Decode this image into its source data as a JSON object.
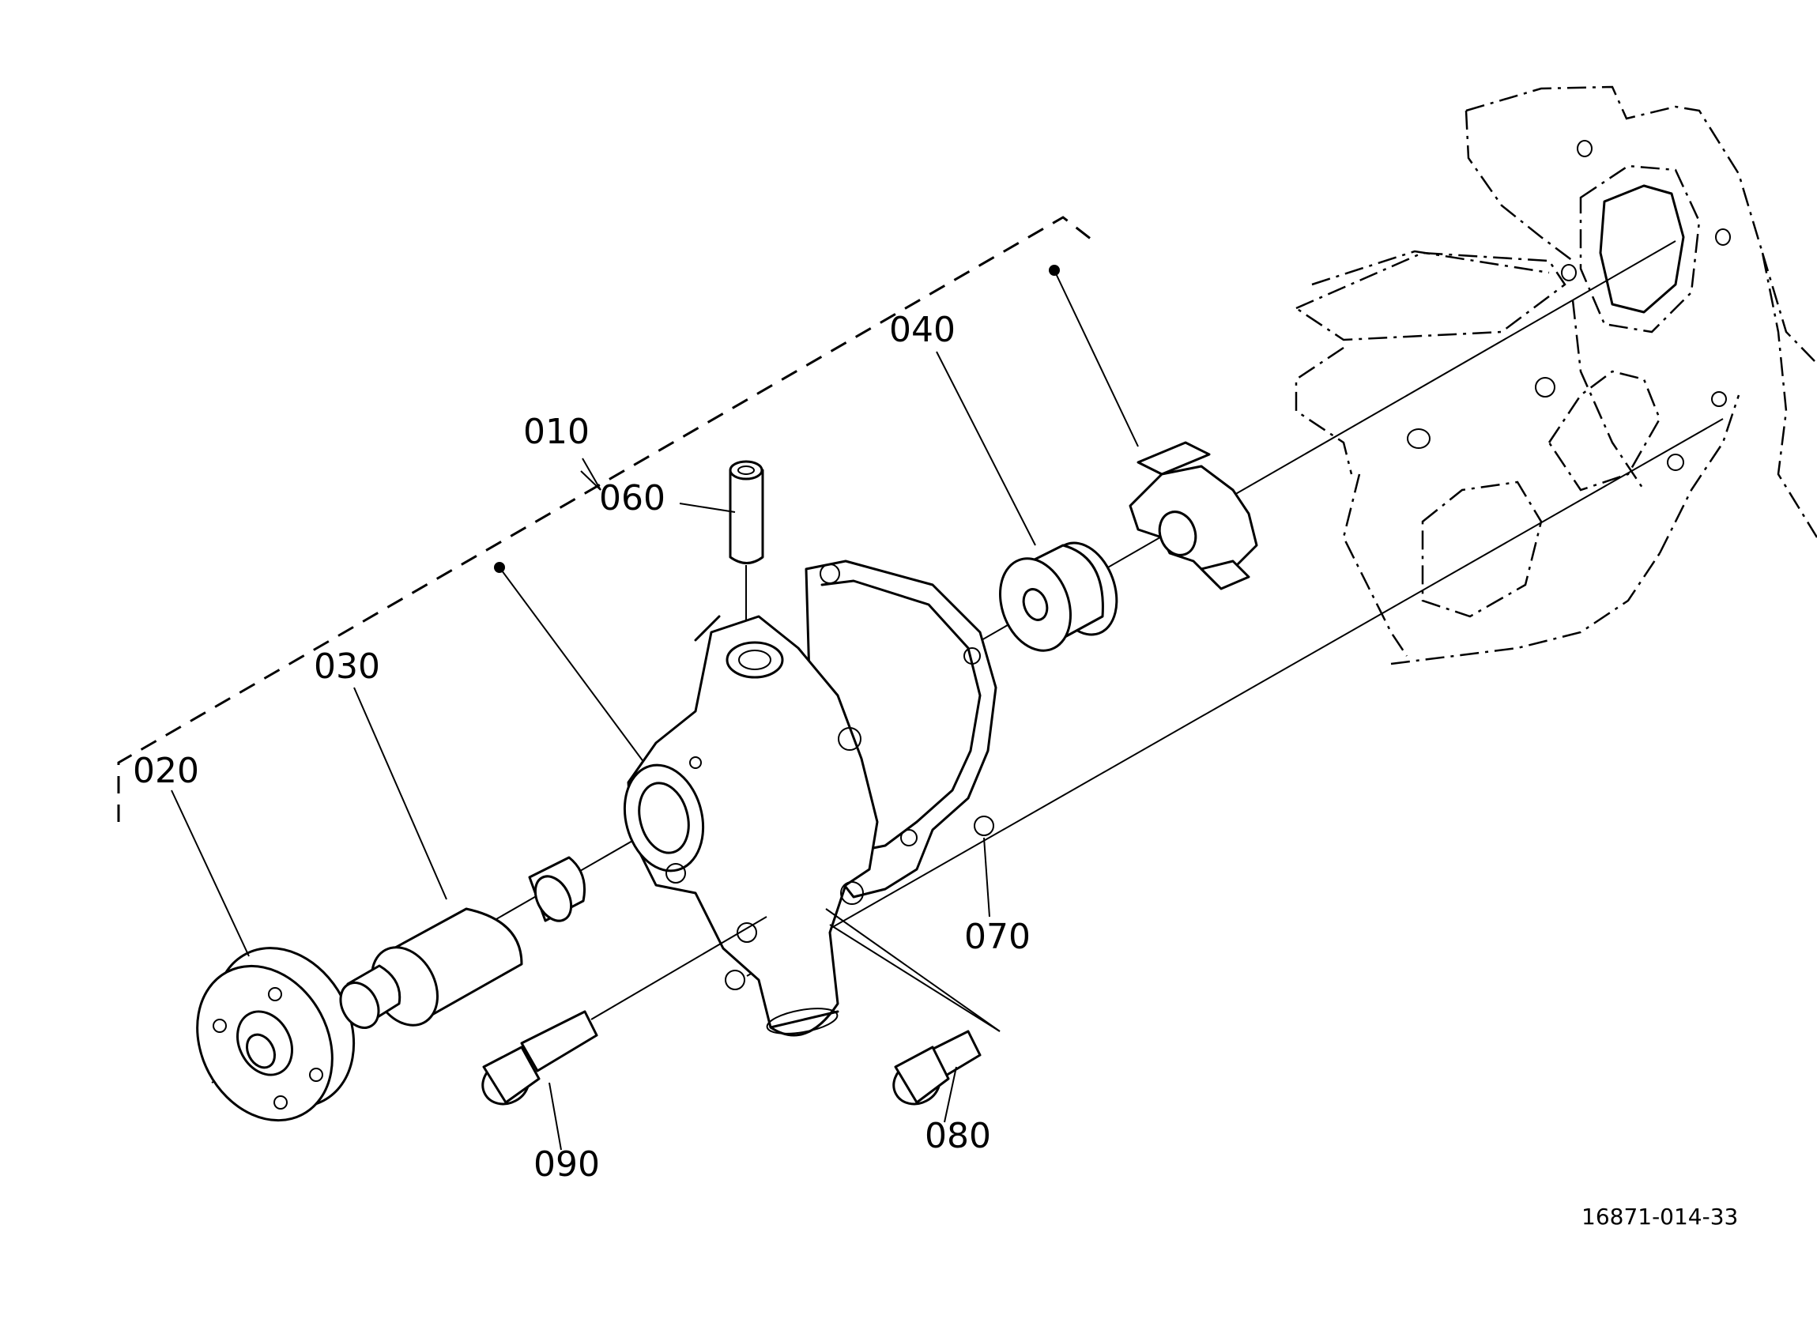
{
  "diagram": {
    "part_labels": {
      "p010": "010",
      "p020": "020",
      "p030": "030",
      "p040": "040",
      "p060": "060",
      "p070": "070",
      "p080": "080",
      "p090": "090"
    },
    "drawing_code": "16871-014-33"
  }
}
